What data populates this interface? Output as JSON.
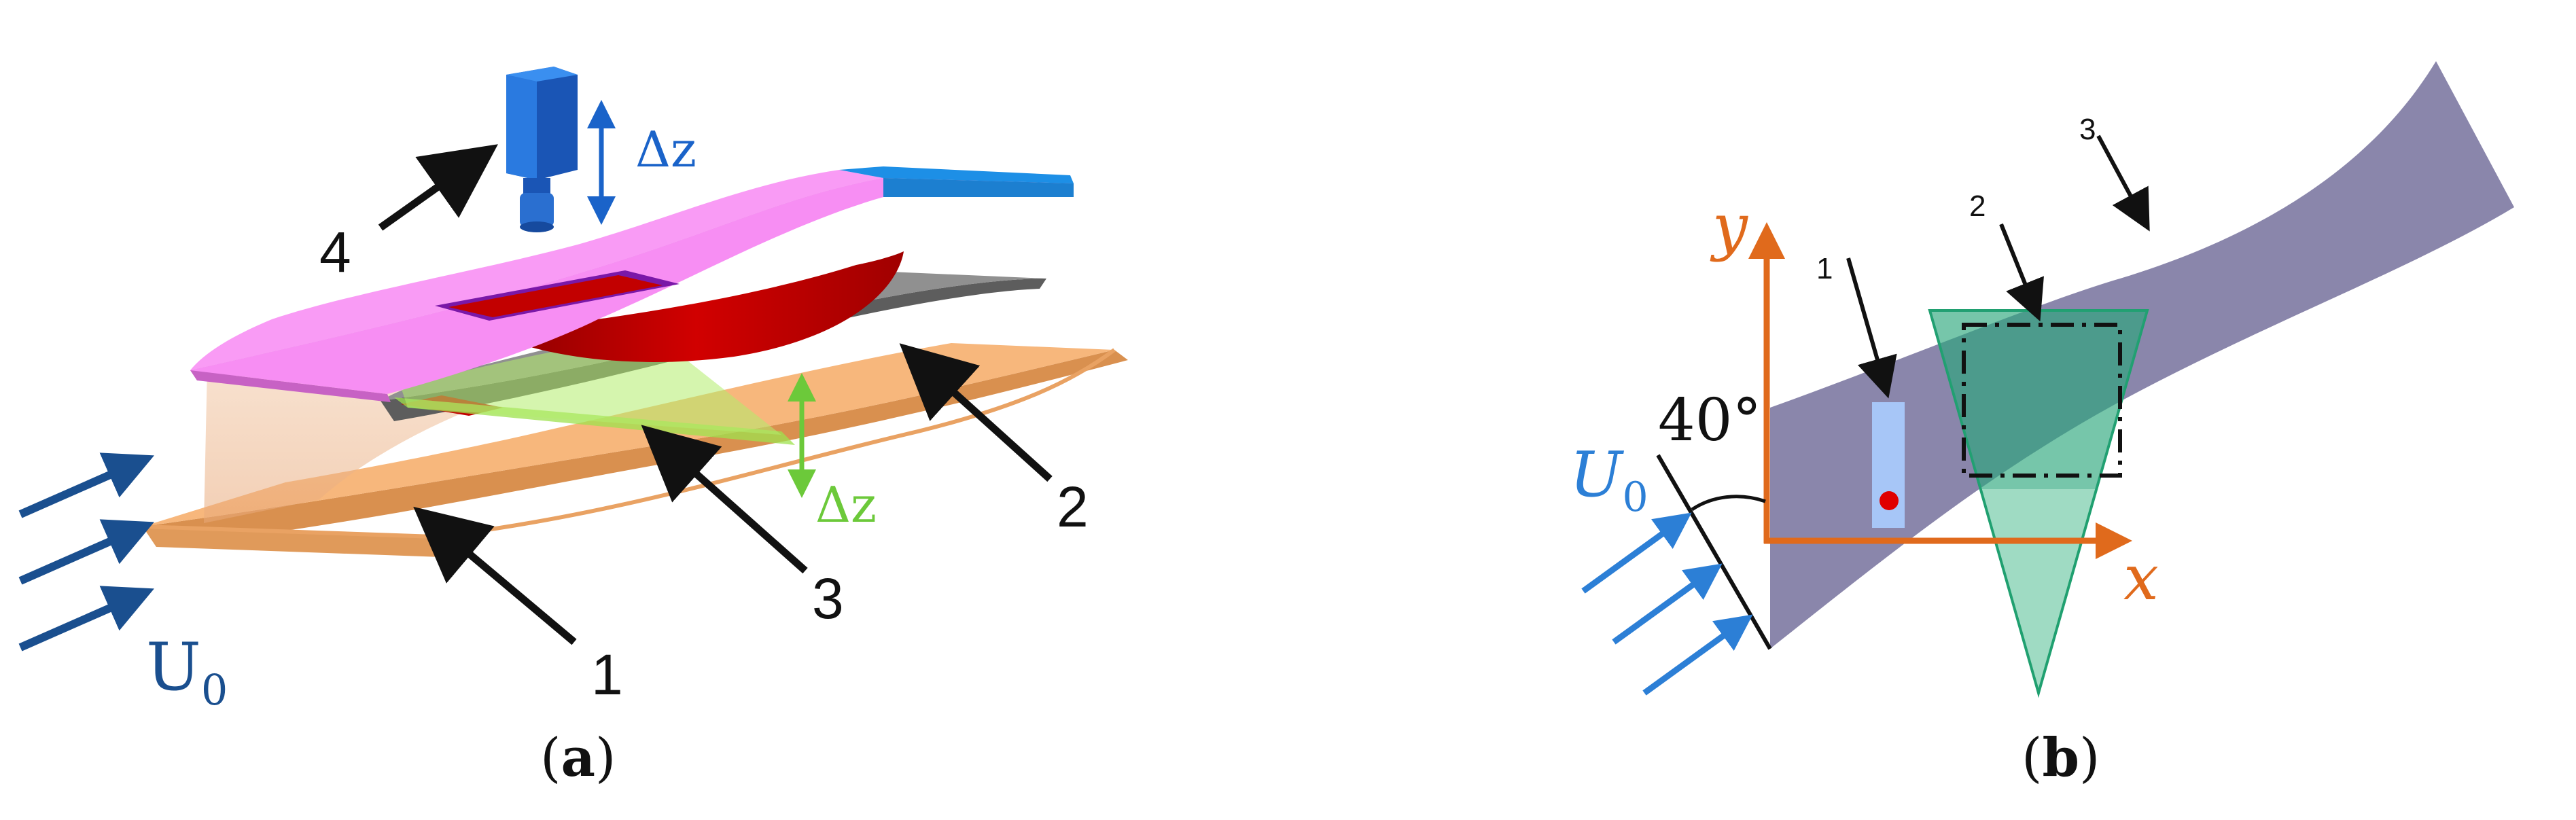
{
  "panel_a": {
    "caption_open": "(",
    "caption_letter": "a",
    "caption_close": ")",
    "labels": {
      "n1": "1",
      "n2": "2",
      "n3": "3",
      "n4": "4"
    },
    "dz_camera": "Δz",
    "dz_laser": "Δz",
    "flow_symbol": "U",
    "flow_subscript": "0"
  },
  "panel_b": {
    "caption_open": "(",
    "caption_letter": "b",
    "caption_close": ")",
    "labels": {
      "n1": "1",
      "n2": "2",
      "n3": "3"
    },
    "angle": "40°",
    "axis_x": "x",
    "axis_y": "y",
    "flow_symbol": "U",
    "flow_subscript": "0"
  },
  "colors": {
    "base_plate": "#f5b57a",
    "pink_plate": "#f994f5",
    "gray_plate": "#8e8e8e",
    "red_region": "#c90000",
    "laser_green": "#8ee04a",
    "camera_blue": "#1a63c9",
    "flow_arrow": "#1a4f8f",
    "channel_purple": "#8a86ab",
    "axis_orange": "#e06a1c",
    "fov_green": "#2ab07a",
    "probe_blue": "#a7c6f7",
    "dot_red": "#e00000"
  }
}
